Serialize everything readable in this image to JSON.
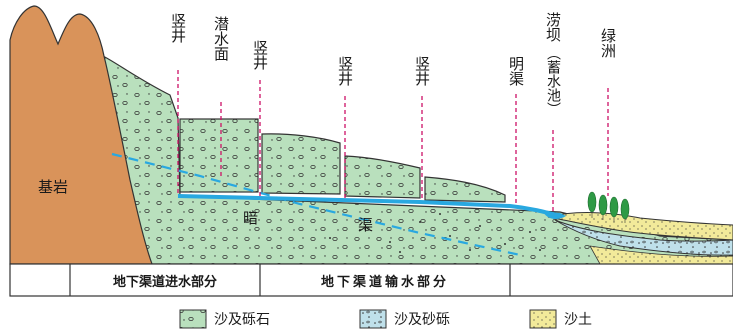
{
  "labels": {
    "bedrock": "基岩",
    "shaft": "竖井",
    "water_table": "潜水面",
    "open_channel": "明渠",
    "dam": "涝坝",
    "reservoir": "（蓄水池）",
    "oasis": "绿洲",
    "culvert_char1": "暗",
    "culvert_char2": "渠"
  },
  "sections": {
    "intake": "地下渠道进水部分",
    "transport": "地下渠道输水部分"
  },
  "legend": [
    {
      "label": "沙及砾石",
      "swatch": "gravel"
    },
    {
      "label": "沙及砂砾",
      "swatch": "sand-gravel"
    },
    {
      "label": "沙土",
      "swatch": "sandy-soil"
    }
  ],
  "colors": {
    "bedrock": "#d9935a",
    "gravel": "#b9e0bd",
    "sand_gravel": "#bfe0ea",
    "sandy_soil": "#f2ea9a",
    "water": "#29a8e0",
    "leader": "#cc1166"
  }
}
